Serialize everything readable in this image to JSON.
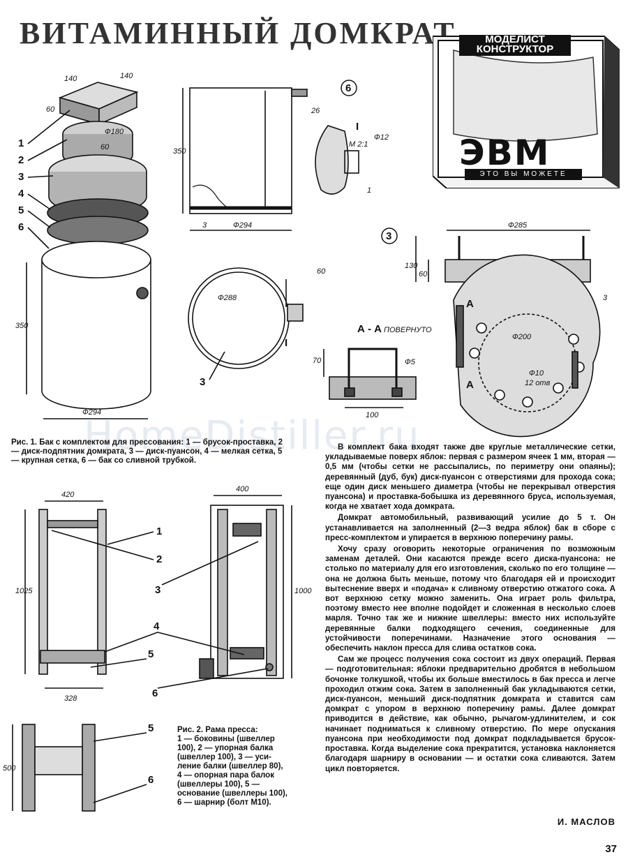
{
  "title": "ВИТАМИННЫЙ ДОМКРАТ",
  "watermark": "HomeDistiller.ru",
  "magazine": {
    "banner": "МОДЕЛИСТ КОНСТРУКТОР",
    "headline": "ЭВМ",
    "tagline": "ЭТО ВЫ МОЖЕТЕ"
  },
  "fig1": {
    "caption": "Рис. 1. Бак с комплектом для прессования: 1 — брусок-проставка, 2 — диск-подпятник домкрата, 3 — диск-пуансон, 4 — мелкая сетка, 5 — крупная сетка, 6 — бак со сливной трубкой.",
    "dims": {
      "block_w": "140",
      "block_d": "140",
      "block_h": "60",
      "disc2": "Ф180",
      "disc2_h": "60",
      "tank_h": "350",
      "tank_d": "Ф294"
    },
    "callouts": [
      "1",
      "2",
      "3",
      "4",
      "5",
      "6"
    ]
  },
  "fig6": {
    "badge": "6",
    "dims": {
      "h": "350",
      "lip": "26",
      "d": "Ф294",
      "base": "3",
      "tube_d": "Ф12",
      "tube_len": "1"
    },
    "detail_mark": "I",
    "scale": "М 2:1"
  },
  "fig3": {
    "badge": "3",
    "dims": {
      "d": "Ф285",
      "h1": "130",
      "h2": "60",
      "edge": "3",
      "inner_d": "Ф200",
      "holes": "Ф10",
      "holes_count": "12 отв"
    },
    "section_mark": "А"
  },
  "ring": {
    "dims": {
      "d": "Ф288",
      "lip": "60"
    },
    "leader": "3",
    "detail_mark": "I"
  },
  "section_aa": {
    "title": "А - А",
    "subtitle": "ПОВЕРНУТО",
    "dims": {
      "h": "70",
      "d": "Ф5",
      "w": "100"
    }
  },
  "fig2": {
    "caption_title": "Рис. 2. Рама пресса:",
    "caption_lines": [
      "1 — боковины (швеллер",
      "100), 2 — упорная балка",
      "(швеллер 100), 3 — уси-",
      "ление балки (швеллер 80),",
      "4 — опорная пара балок",
      "(швеллеры 100), 5 —",
      "основание (швеллеры 100),",
      "6 — шарнир (болт М10)."
    ],
    "dims": {
      "w1": "420",
      "h1": "1025",
      "w2": "328",
      "w3": "400",
      "h2": "1000",
      "h3": "500"
    },
    "callouts": [
      "1",
      "2",
      "3",
      "4",
      "5",
      "6",
      "5",
      "6"
    ]
  },
  "article": {
    "paragraphs": [
      "В комплект бака входят также две круглые металлические сетки, укладываемые поверх яблок: первая с размером ячеек 1 мм, вторая — 0,5 мм (чтобы сетки не рассыпались, по периметру они опаяны); деревянный (дуб, бук) диск-пуансон с отверстиями для прохода сока; еще один диск меньшего диаметра (чтобы не перекрывал отверстия пуансона) и проставка-бобышка из деревянного бруса, используемая, когда не хватает хода домкрата.",
      "Домкрат автомобильный, развивающий усилие до 5 т. Он устанавливается на заполненный (2—3 ведра яблок) бак в сборе с пресс-комплектом и упирается в верхнюю поперечину рамы.",
      "Хочу сразу оговорить некоторые ограничения по возможным заменам деталей. Они касаются прежде всего диска-пуансона: не столько по материалу для его изготовления, сколько по его толщине — она не должна быть меньше, потому что благодаря ей и происходит вытеснение вверх и «подача» к сливному отверстию отжатого сока. А вот верхнюю сетку можно заменить. Она играет роль фильтра, поэтому вместо нее вполне подойдет и сложенная в несколько слоев марля. Точно так же и нижние швеллеры: вместо них используйте деревянные балки подходящего сечения, соединенные для устойчивости поперечинами. Назначение этого основания — обеспечить наклон пресса для слива остатков сока.",
      "Сам же процесс получения сока состоит из двух операций. Первая — подготовительная: яблоки предварительно дробятся в небольшом бочонке толкушкой, чтобы их больше вместилось в бак пресса и легче проходил отжим сока. Затем в заполненный бак укладываются сетки, диск-пуансон, меньший диск-подпятник домкрата и ставится сам домкрат с упором в верхнюю поперечину рамы. Далее домкрат приводится в действие, как обычно, рычагом-удлинителем, и сок начинает подниматься к сливному отверстию. По мере опускания пуансона при необходимости под домкрат подкладывается брусок-проставка. Когда выделение сока прекратится, установка наклоняется благодаря шарниру в основании — и остатки сока сливаются. Затем цикл повторяется."
    ],
    "author": "И. МАСЛОВ"
  },
  "page_number": "37"
}
